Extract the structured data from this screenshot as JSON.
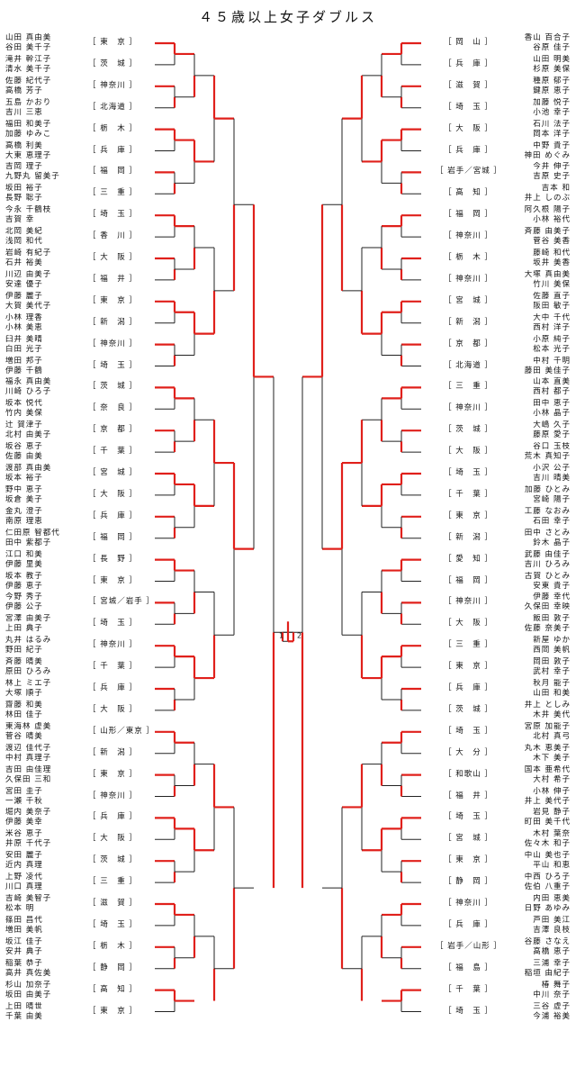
{
  "title": "４５歳以上女子ダブルス",
  "left": [
    {
      "names": [
        "山田 真由美",
        "谷田 美千子"
      ],
      "pref": "［ 東　京 ］"
    },
    {
      "names": [
        "滝井 幹江子",
        "清水 美千子"
      ],
      "pref": "［ 茨　城 ］"
    },
    {
      "names": [
        "佐藤 紀代子",
        "高橋 芳子"
      ],
      "pref": "［ 神奈川 ］"
    },
    {
      "names": [
        "五島 かおり",
        "吉川 三恵"
      ],
      "pref": "［ 北海道 ］"
    },
    {
      "names": [
        "福田 和美子",
        "加藤 ゆみこ"
      ],
      "pref": "［ 栃　木 ］"
    },
    {
      "names": [
        "高橋 利美",
        "大東 恵理子"
      ],
      "pref": "［ 兵　庫 ］"
    },
    {
      "names": [
        "吉岡 理子",
        "九野丸 留美子"
      ],
      "pref": "［ 福　岡 ］"
    },
    {
      "names": [
        "坂田 裕子",
        "長野 聡子"
      ],
      "pref": "［ 三　重 ］"
    },
    {
      "names": [
        "今永 千鶴枝",
        "吉賀 幸"
      ],
      "pref": "［ 埼　玉 ］"
    },
    {
      "names": [
        "北岡 美紀",
        "浅岡 和代"
      ],
      "pref": "［ 香　川 ］"
    },
    {
      "names": [
        "岩崎 有紀子",
        "石井 裕美"
      ],
      "pref": "［ 大　阪 ］"
    },
    {
      "names": [
        "川辺 由美子",
        "安達 優子"
      ],
      "pref": "［ 福　井 ］"
    },
    {
      "names": [
        "伊藤 麗子",
        "大賀 美代子"
      ],
      "pref": "［ 東　京 ］"
    },
    {
      "names": [
        "小林 理香",
        "小林 美恵"
      ],
      "pref": "［ 新　潟 ］"
    },
    {
      "names": [
        "臼井 美晴",
        "白田 光子"
      ],
      "pref": "［ 神奈川 ］"
    },
    {
      "names": [
        "増田 邦子",
        "伊藤 千鶴"
      ],
      "pref": "［ 埼　玉 ］"
    },
    {
      "names": [
        "福永 真由美",
        "川崎 ひろ子"
      ],
      "pref": "［ 茨　城 ］"
    },
    {
      "names": [
        "坂本 悦代",
        "竹内 美保"
      ],
      "pref": "［ 奈　良 ］"
    },
    {
      "names": [
        "辻 賀津子",
        "北村 由美子"
      ],
      "pref": "［ 京　都 ］"
    },
    {
      "names": [
        "坂谷 恵子",
        "佐藤 由美"
      ],
      "pref": "［ 千　葉 ］"
    },
    {
      "names": [
        "渡部 真由美",
        "坂本 裕子"
      ],
      "pref": "［ 宮　城 ］"
    },
    {
      "names": [
        "野中 恵子",
        "坂倉 美子"
      ],
      "pref": "［ 大　阪 ］"
    },
    {
      "names": [
        "金丸 澄子",
        "南原 理恵"
      ],
      "pref": "［ 兵　庫 ］"
    },
    {
      "names": [
        "仁田原 智都代",
        "田中 紫都子"
      ],
      "pref": "［ 福　岡 ］"
    },
    {
      "names": [
        "江口 和美",
        "伊藤 里美"
      ],
      "pref": "［ 長　野 ］"
    },
    {
      "names": [
        "坂本 教子",
        "伊藤 恵子"
      ],
      "pref": "［ 東　京 ］"
    },
    {
      "names": [
        "今野 秀子",
        "伊藤 公子"
      ],
      "pref": "［ 宮城／岩手 ］"
    },
    {
      "names": [
        "宮澤 由美子",
        "上田 典子"
      ],
      "pref": "［ 埼　玉 ］"
    },
    {
      "names": [
        "丸井 はるみ",
        "野田 紀子"
      ],
      "pref": "［ 神奈川 ］"
    },
    {
      "names": [
        "斉藤 晴美",
        "原田 ひろみ"
      ],
      "pref": "［ 千　葉 ］"
    },
    {
      "names": [
        "林上 ミエ子",
        "大塚 順子"
      ],
      "pref": "［ 兵　庫 ］"
    },
    {
      "names": [
        "齋藤 和美",
        "林田 佳子"
      ],
      "pref": "［ 大　阪 ］"
    },
    {
      "names": [
        "東海林 虚美",
        "菅谷 晴美"
      ],
      "pref": "［ 山形／東京 ］"
    },
    {
      "names": [
        "渡辺 佳代子",
        "中村 真理子"
      ],
      "pref": "［ 新　潟 ］"
    },
    {
      "names": [
        "吉田 由佳理",
        "久保田 三和"
      ],
      "pref": "［ 東　京 ］"
    },
    {
      "names": [
        "宮田 圭子",
        "一瀬 千秋"
      ],
      "pref": "［ 神奈川 ］"
    },
    {
      "names": [
        "堀内 美奈子",
        "伊藤 美幸"
      ],
      "pref": "［ 兵　庫 ］"
    },
    {
      "names": [
        "米谷 恵子",
        "井原 千代子"
      ],
      "pref": "［ 大　阪 ］"
    },
    {
      "names": [
        "安田 麗子",
        "近内 真理"
      ],
      "pref": "［ 茨　城 ］"
    },
    {
      "names": [
        "上野 凌代",
        "川口 真理"
      ],
      "pref": "［ 三　重 ］"
    },
    {
      "names": [
        "吉崎 美智子",
        "松本 明"
      ],
      "pref": "［ 滋　賀 ］"
    },
    {
      "names": [
        "篠田 昌代",
        "増田 美帆"
      ],
      "pref": "［ 埼　玉 ］"
    },
    {
      "names": [
        "坂江 佳子",
        "安井 典子"
      ],
      "pref": "［ 栃　木 ］"
    },
    {
      "names": [
        "稲葉 恭子",
        "高井 真佐美"
      ],
      "pref": "［ 静　岡 ］"
    },
    {
      "names": [
        "杉山 加奈子",
        "坂田 由美子"
      ],
      "pref": "［ 高　知 ］"
    },
    {
      "names": [
        "上田 晴世",
        "千葉 由美"
      ],
      "pref": "［ 東　京 ］"
    }
  ],
  "right": [
    {
      "names": [
        "香山 百合子",
        "谷原 佳子"
      ],
      "pref": "［ 岡　山 ］"
    },
    {
      "names": [
        "山田 明美",
        "杉原 美保"
      ],
      "pref": "［ 兵　庫 ］"
    },
    {
      "names": [
        "種原 郁子",
        "鍵原 恵子"
      ],
      "pref": "［ 滋　賀 ］"
    },
    {
      "names": [
        "加藤 悦子",
        "小池 幸子"
      ],
      "pref": "［ 埼　玉 ］"
    },
    {
      "names": [
        "石川 法子",
        "岡本 洋子"
      ],
      "pref": "［ 大　阪 ］"
    },
    {
      "names": [
        "中野 貴子",
        "神田 めぐみ"
      ],
      "pref": "［ 兵　庫 ］"
    },
    {
      "names": [
        "今井 伸子",
        "吉原 史子"
      ],
      "pref": "［ 岩手／宮城 ］"
    },
    {
      "names": [
        "吉本 和",
        "井上 しのぶ"
      ],
      "pref": "［ 高　知 ］"
    },
    {
      "names": [
        "阿久根 陽子",
        "小林 裕代"
      ],
      "pref": "［ 福　岡 ］"
    },
    {
      "names": [
        "斉藤 由美子",
        "菅谷 美香"
      ],
      "pref": "［ 神奈川 ］"
    },
    {
      "names": [
        "藤崎 和代",
        "坂井 美香"
      ],
      "pref": "［ 栃　木 ］"
    },
    {
      "names": [
        "大塚 真由美",
        "竹川 美保"
      ],
      "pref": "［ 神奈川 ］"
    },
    {
      "names": [
        "佐藤 直子",
        "阪田 敏子"
      ],
      "pref": "［ 宮　城 ］"
    },
    {
      "names": [
        "大中 千代",
        "西村 洋子"
      ],
      "pref": "［ 新　潟 ］"
    },
    {
      "names": [
        "小原 純子",
        "松本 光子"
      ],
      "pref": "［ 京　都 ］"
    },
    {
      "names": [
        "中村 千明",
        "藤田 美佳子"
      ],
      "pref": "［ 北海道 ］"
    },
    {
      "names": [
        "山本 直美",
        "西村 都子"
      ],
      "pref": "［ 三　重 ］"
    },
    {
      "names": [
        "田中 恵子",
        "小林 晶子"
      ],
      "pref": "［ 神奈川 ］"
    },
    {
      "names": [
        "大嶋 久子",
        "藤原 愛子"
      ],
      "pref": "［ 茨　城 ］"
    },
    {
      "names": [
        "谷口 玉枝",
        "荒木 真知子"
      ],
      "pref": "［ 大　阪 ］"
    },
    {
      "names": [
        "小沢 公子",
        "吉川 晴美"
      ],
      "pref": "［ 埼　玉 ］"
    },
    {
      "names": [
        "加藤 ひとみ",
        "宮崎 陽子"
      ],
      "pref": "［ 千　葉 ］"
    },
    {
      "names": [
        "工藤 なおみ",
        "石田 幸子"
      ],
      "pref": "［ 東　京 ］"
    },
    {
      "names": [
        "田中 さとみ",
        "鈴木 晶子"
      ],
      "pref": "［ 新　潟 ］"
    },
    {
      "names": [
        "武藤 由佳子",
        "吉川 ひろみ"
      ],
      "pref": "［ 愛　知 ］"
    },
    {
      "names": [
        "古賀 ひとみ",
        "安東 貴子"
      ],
      "pref": "［ 福　岡 ］"
    },
    {
      "names": [
        "伊藤 幸代",
        "久保田 幸映"
      ],
      "pref": "［ 神奈川 ］"
    },
    {
      "names": [
        "飯田 敦子",
        "佐藤 奈美子"
      ],
      "pref": "［ 大　阪 ］"
    },
    {
      "names": [
        "新屋 ゆか",
        "西岡 美帆"
      ],
      "pref": "［ 三　重 ］"
    },
    {
      "names": [
        "岡田 敦子",
        "武村 幸子"
      ],
      "pref": "［ 東　京 ］"
    },
    {
      "names": [
        "秋月 能子",
        "山田 和美"
      ],
      "pref": "［ 兵　庫 ］"
    },
    {
      "names": [
        "井上 としみ",
        "木井 美代"
      ],
      "pref": "［ 茨　城 ］"
    },
    {
      "names": [
        "宮原 加能子",
        "北村 真弓"
      ],
      "pref": "［ 埼　玉 ］"
    },
    {
      "names": [
        "丸木 恵美子",
        "木下 美子"
      ],
      "pref": "［ 大　分 ］"
    },
    {
      "names": [
        "国本 亜希代",
        "大村 希子"
      ],
      "pref": "［ 和歌山 ］"
    },
    {
      "names": [
        "小林 伸子",
        "井上 美代子"
      ],
      "pref": "［ 福　井 ］"
    },
    {
      "names": [
        "岩見 静子",
        "町田 美千代"
      ],
      "pref": "［ 埼　玉 ］"
    },
    {
      "names": [
        "木村 葉奈",
        "佐々木 和子"
      ],
      "pref": "［ 宮　城 ］"
    },
    {
      "names": [
        "中山 美也子",
        "平山 和恵"
      ],
      "pref": "［ 東　京 ］"
    },
    {
      "names": [
        "中西 ひろ子",
        "佐伯 八重子"
      ],
      "pref": "［ 静　岡 ］"
    },
    {
      "names": [
        "内田 恵美",
        "日野 あゆみ"
      ],
      "pref": "［ 神奈川 ］"
    },
    {
      "names": [
        "芦田 美江",
        "吉澤 良枝"
      ],
      "pref": "［ 兵　庫 ］"
    },
    {
      "names": [
        "谷藤 さなえ",
        "高橋 恵子"
      ],
      "pref": "［ 岩手／山形 ］"
    },
    {
      "names": [
        "三浦 幸子",
        "稲垣 由紀子"
      ],
      "pref": "［ 福　島 ］"
    },
    {
      "names": [
        "椿 舞子",
        "中川 奈子"
      ],
      "pref": "［ 千　葉 ］"
    },
    {
      "names": [
        "三谷 虚子",
        "今浦 裕美"
      ],
      "pref": "［ 埼　玉 ］"
    }
  ],
  "center_scores": [
    "1",
    "2"
  ]
}
